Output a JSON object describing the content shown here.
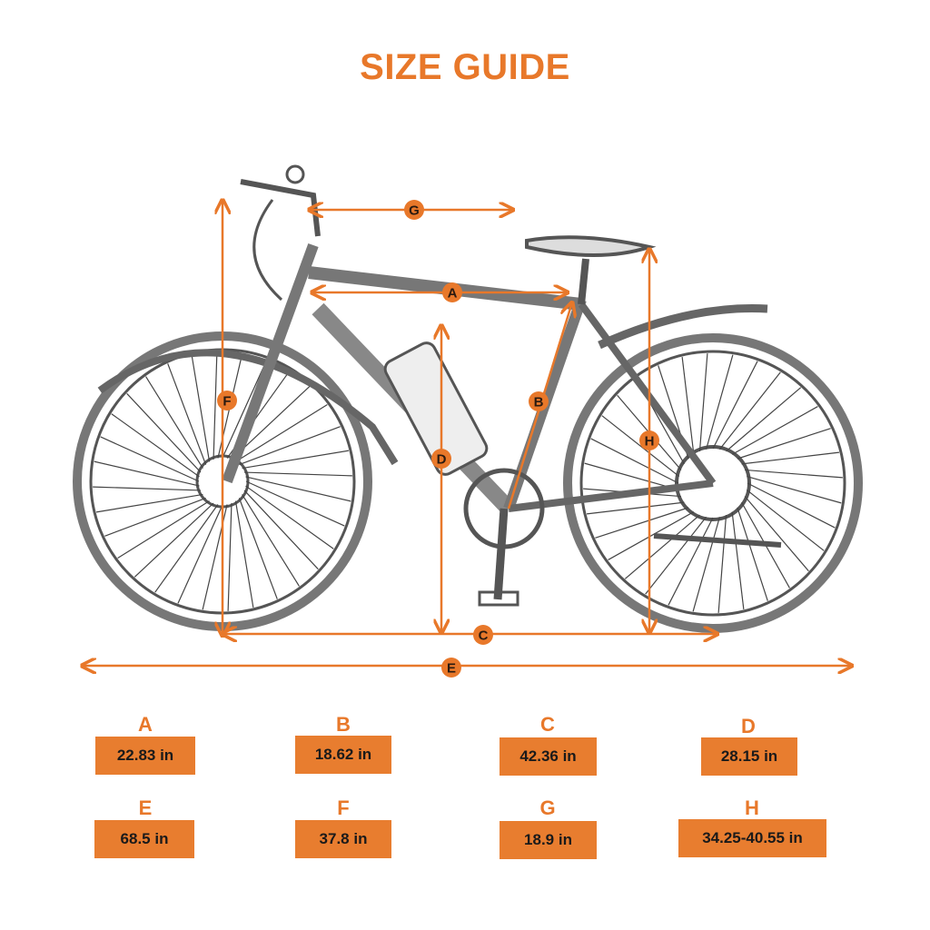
{
  "title": "SIZE GUIDE",
  "colors": {
    "accent": "#e8782a",
    "box": "#e87d2f",
    "sketch": "#555555"
  },
  "dimension_markers": [
    "A",
    "B",
    "C",
    "D",
    "E",
    "F",
    "G",
    "H"
  ],
  "specs": [
    {
      "letter": "A",
      "value": "22.83 in"
    },
    {
      "letter": "B",
      "value": "18.62 in"
    },
    {
      "letter": "C",
      "value": "42.36 in"
    },
    {
      "letter": "D",
      "value": "28.15 in"
    },
    {
      "letter": "E",
      "value": "68.5 in"
    },
    {
      "letter": "F",
      "value": "37.8 in"
    },
    {
      "letter": "G",
      "value": "18.9 in"
    },
    {
      "letter": "H",
      "value": "34.25-40.55 in"
    }
  ]
}
